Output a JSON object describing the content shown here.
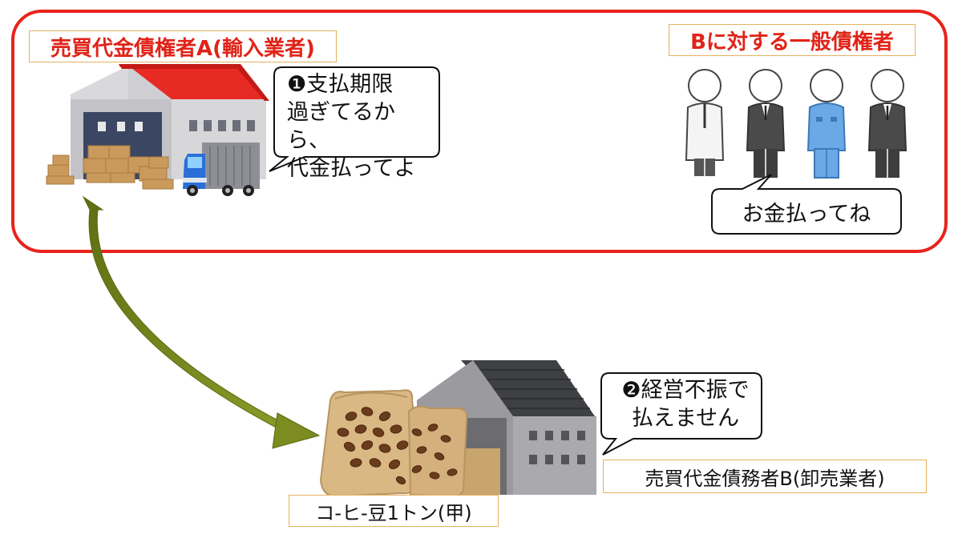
{
  "creditor_a_label": "売買代金債権者A(輸入業者)",
  "general_creditors_label": "Bに対する一般債権者",
  "speech_a": "❶支払期限\n過ぎてるから、\n代金払ってよ",
  "speech_general": "お金払ってね",
  "speech_b": "❷経営不振で\n払えません",
  "debtor_b_label": "売買代金債務者B(卸売業者)",
  "goods_label": "コ-ヒ-豆1トン(甲)",
  "colors": {
    "frame": "#e8231c",
    "label_border": "#e4b25e",
    "arrow": "#7a8a1c",
    "label_red_text": "#e02318"
  },
  "icons": [
    "warehouse-red-roof",
    "truck-icon",
    "person-icon",
    "warehouse-gray-roof",
    "coffee-sack-icon"
  ]
}
